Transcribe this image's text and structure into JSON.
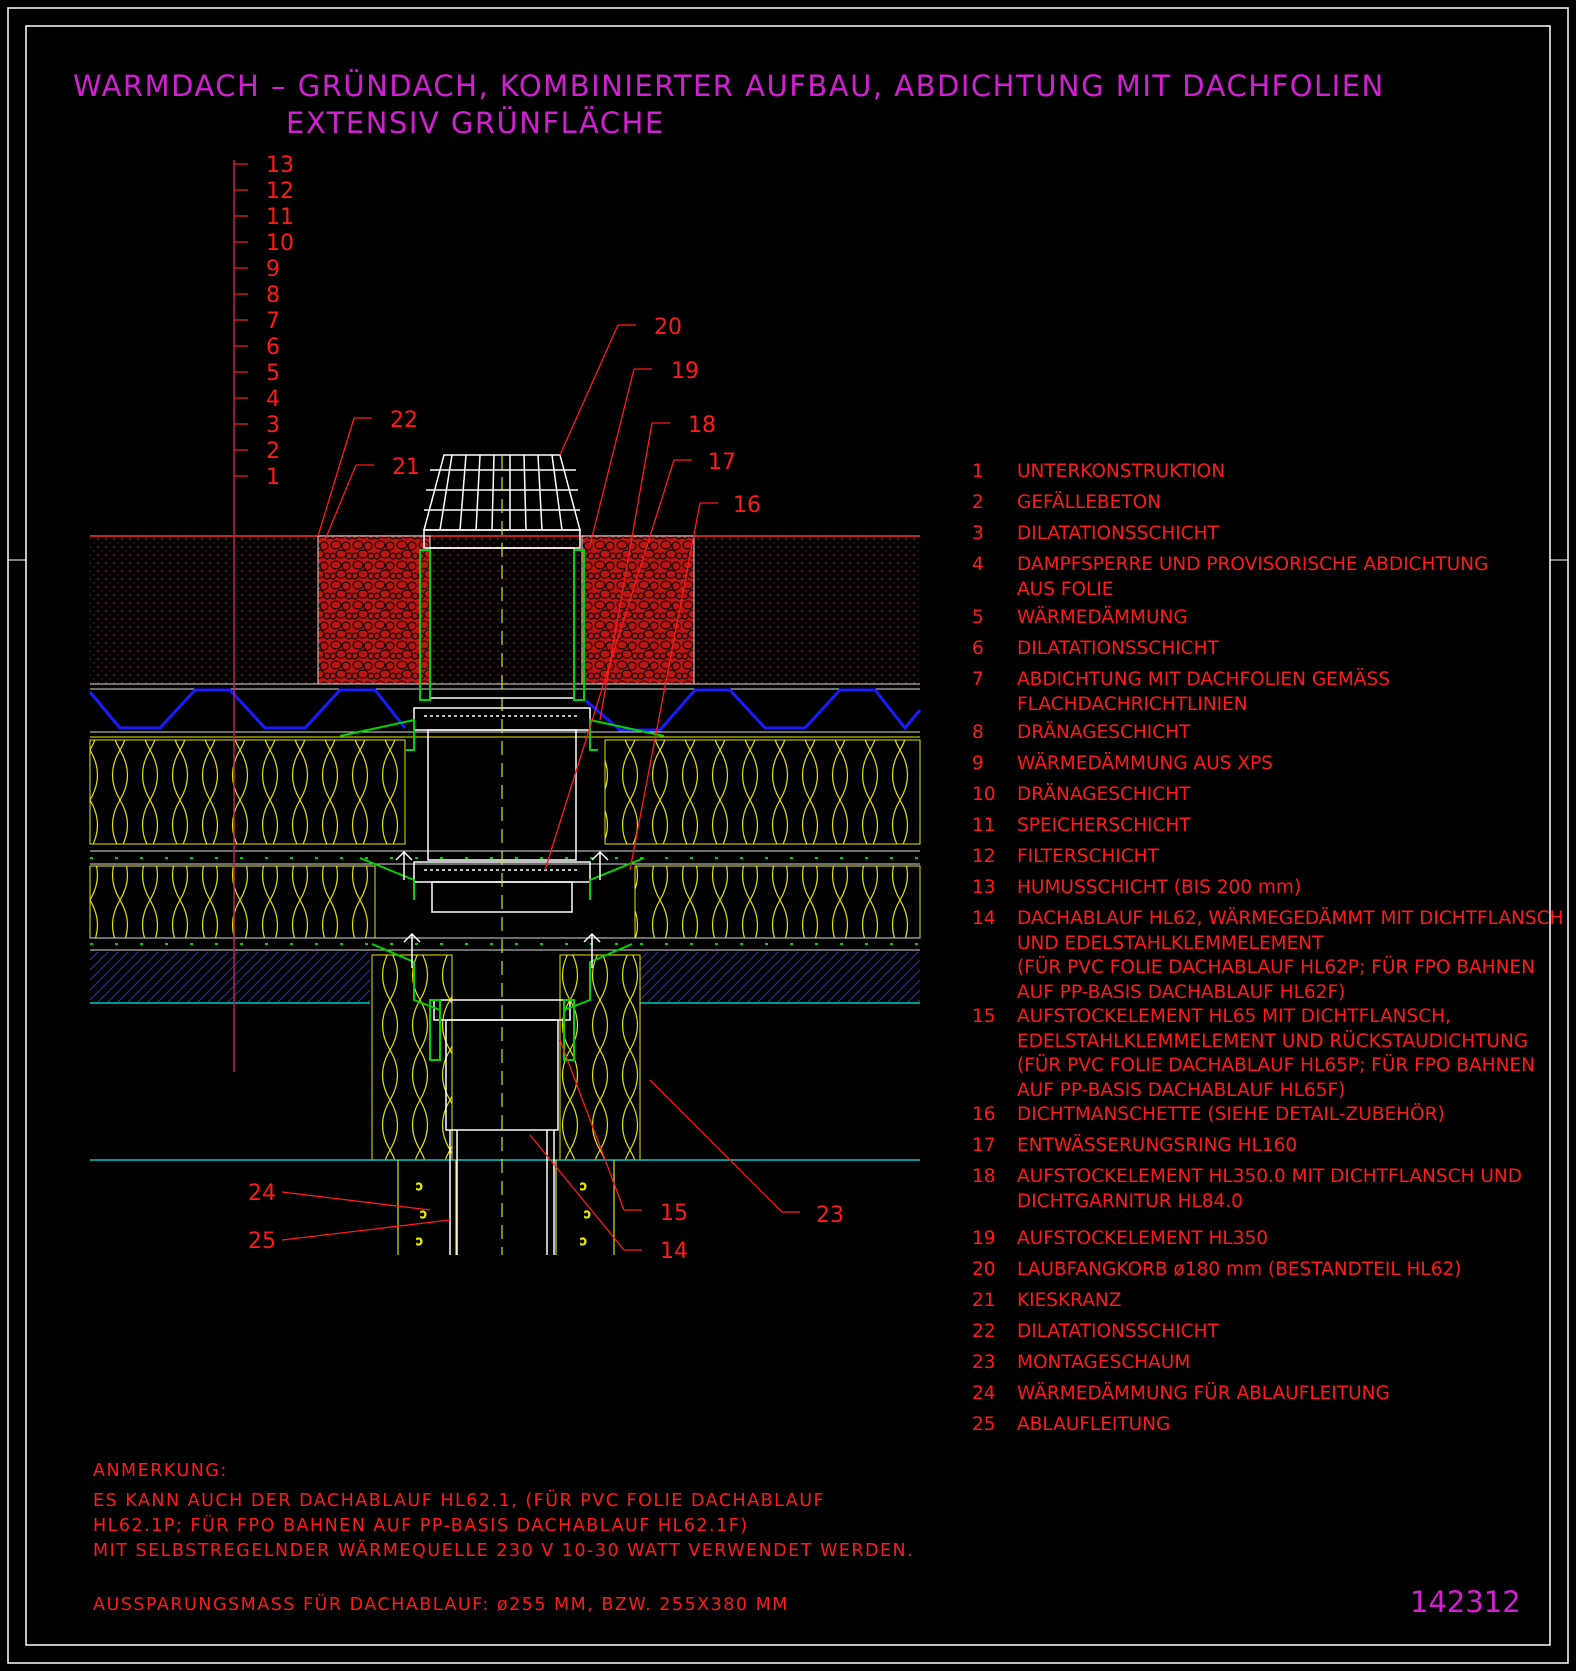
{
  "title": {
    "line1": "WARMDACH – GRÜNDACH, KOMBINIERTER AUFBAU, ABDICHTUNG MIT DACHFOLIEN",
    "line2": "EXTENSIV GRÜNFLÄCHE"
  },
  "layer_scale": [
    "1",
    "2",
    "3",
    "4",
    "5",
    "6",
    "7",
    "8",
    "9",
    "10",
    "11",
    "12",
    "13"
  ],
  "callouts": [
    "14",
    "15",
    "16",
    "17",
    "18",
    "19",
    "20",
    "21",
    "22",
    "23",
    "24",
    "25"
  ],
  "legend": [
    {
      "num": "1",
      "lines": [
        "UNTERKONSTRUKTION"
      ]
    },
    {
      "num": "2",
      "lines": [
        "GEFÄLLEBETON"
      ]
    },
    {
      "num": "3",
      "lines": [
        "DILATATIONSSCHICHT"
      ]
    },
    {
      "num": "4",
      "lines": [
        "DAMPFSPERRE UND PROVISORISCHE ABDICHTUNG",
        "AUS FOLIE"
      ]
    },
    {
      "num": "5",
      "lines": [
        "WÄRMEDÄMMUNG"
      ]
    },
    {
      "num": "6",
      "lines": [
        "DILATATIONSSCHICHT"
      ]
    },
    {
      "num": "7",
      "lines": [
        "ABDICHTUNG MIT DACHFOLIEN GEMÄSS",
        "FLACHDACHRICHTLINIEN"
      ]
    },
    {
      "num": "8",
      "lines": [
        "DRÄNAGESCHICHT"
      ]
    },
    {
      "num": "9",
      "lines": [
        "WÄRMEDÄMMUNG AUS XPS"
      ]
    },
    {
      "num": "10",
      "lines": [
        "DRÄNAGESCHICHT"
      ]
    },
    {
      "num": "11",
      "lines": [
        "SPEICHERSCHICHT"
      ]
    },
    {
      "num": "12",
      "lines": [
        "FILTERSCHICHT"
      ]
    },
    {
      "num": "13",
      "lines": [
        "HUMUSSCHICHT (BIS 200 mm)"
      ]
    },
    {
      "num": "14",
      "lines": [
        "DACHABLAUF HL62, WÄRMEGEDÄMMT MIT DICHTFLANSCH",
        "UND EDELSTAHLKLEMMELEMENT",
        " (FÜR PVC FOLIE DACHABLAUF HL62P; FÜR FPO BAHNEN",
        "AUF PP-BASIS DACHABLAUF HL62F)"
      ]
    },
    {
      "num": "15",
      "lines": [
        "AUFSTOCKELEMENT HL65 MIT DICHTFLANSCH,",
        "EDELSTAHLKLEMMELEMENT UND RÜCKSTAUDICHTUNG",
        "(FÜR PVC FOLIE DACHABLAUF HL65P; FÜR FPO BAHNEN",
        "AUF PP-BASIS DACHABLAUF HL65F)"
      ]
    },
    {
      "num": "16",
      "lines": [
        "DICHTMANSCHETTE (SIEHE DETAIL-ZUBEHÖR)"
      ]
    },
    {
      "num": "17",
      "lines": [
        "ENTWÄSSERUNGSRING HL160"
      ]
    },
    {
      "num": "18",
      "lines": [
        "AUFSTOCKELEMENT HL350.0 MIT DICHTFLANSCH UND",
        "DICHTGARNITUR HL84.0"
      ]
    },
    {
      "num": "19",
      "lines": [
        "AUFSTOCKELEMENT HL350"
      ]
    },
    {
      "num": "20",
      "lines": [
        "LAUBFANGKORB ø180 mm (BESTANDTEIL HL62)"
      ]
    },
    {
      "num": "21",
      "lines": [
        "KIESKRANZ"
      ]
    },
    {
      "num": "22",
      "lines": [
        "DILATATIONSSCHICHT"
      ]
    },
    {
      "num": "23",
      "lines": [
        "MONTAGESCHAUM"
      ]
    },
    {
      "num": "24",
      "lines": [
        "WÄRMEDÄMMUNG FÜR ABLAUFLEITUNG"
      ]
    },
    {
      "num": "25",
      "lines": [
        "ABLAUFLEITUNG"
      ]
    }
  ],
  "note": {
    "heading": "ANMERKUNG:",
    "lines": [
      "ES KANN AUCH DER DACHABLAUF HL62.1, (FÜR PVC FOLIE DACHABLAUF",
      "HL62.1P; FÜR FPO BAHNEN AUF PP-BASIS DACHABLAUF HL62.1F)",
      "MIT SELBSTREGELNDER WÄRMEQUELLE 230 V 10-30 WATT VERWENDET WERDEN."
    ],
    "opening": "AUSSPARUNGSMASS FÜR DACHABLAUF: ø255 MM, BZW. 255X380 MM"
  },
  "drawing_number": "142312",
  "colors": {
    "background": "#000000",
    "frame": "#ffffff",
    "title": "#d21fd2",
    "text": "#ff1a1a",
    "concrete": "#bf1a1a",
    "insulation": "#e6e600",
    "membrane": "#1a1aff",
    "drain": "#ffffff",
    "seal": "#00d400",
    "base_line": "#00c8c8"
  }
}
